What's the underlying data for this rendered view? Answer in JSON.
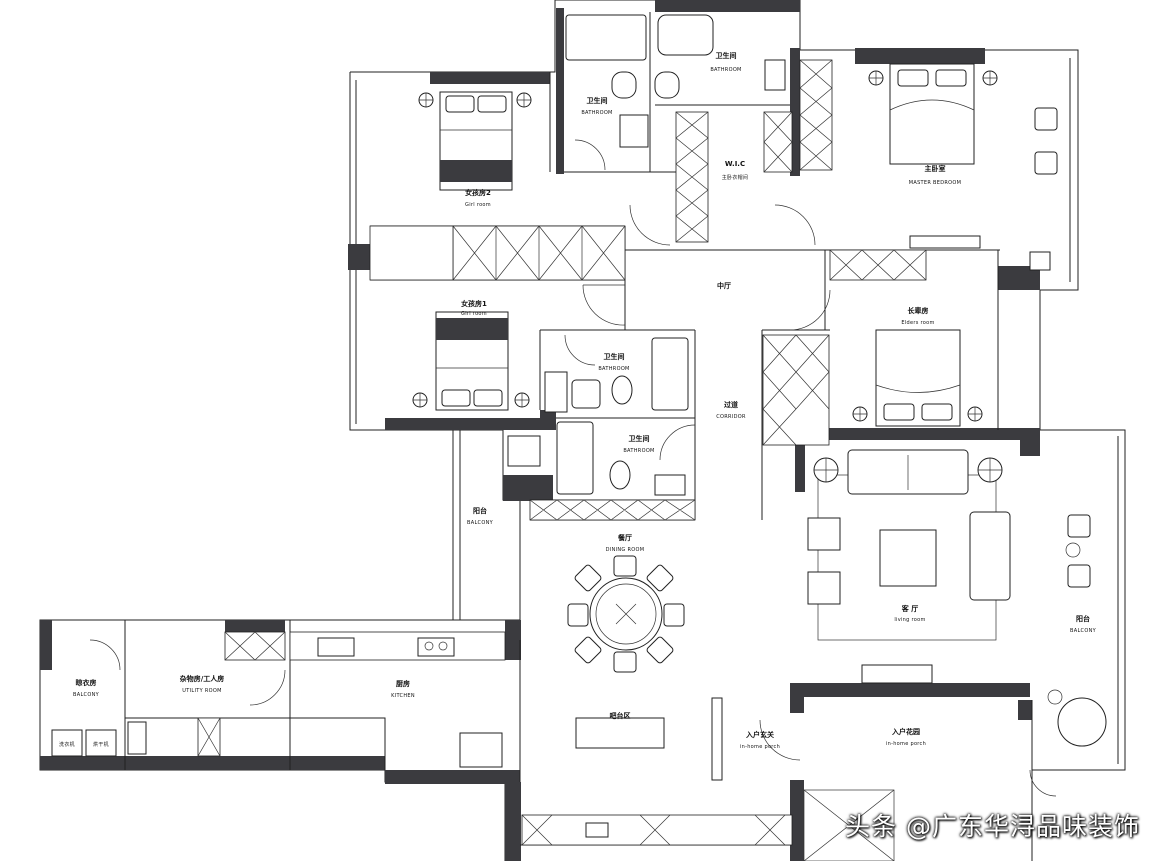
{
  "rooms": {
    "bath_top": {
      "zh": "卫生间",
      "en": "BATHROOM"
    },
    "bath_left": {
      "zh": "卫生间",
      "en": "BATHROOM"
    },
    "wic": {
      "zh": "W.I.C",
      "en": "主卧衣帽间"
    },
    "master": {
      "zh": "主卧室",
      "en": "MASTER BEDROOM"
    },
    "girl2": {
      "zh": "女孩房2",
      "en": "Girl room"
    },
    "hall": {
      "zh": "中厅",
      "en": ""
    },
    "girl1": {
      "zh": "女孩房1",
      "en": "Girl room"
    },
    "elder": {
      "zh": "长辈房",
      "en": "Elders room"
    },
    "bath_mid1": {
      "zh": "卫生间",
      "en": "BATHROOM"
    },
    "corridor": {
      "zh": "过道",
      "en": "CORRIDOR"
    },
    "bath_mid2": {
      "zh": "卫生间",
      "en": "BATHROOM"
    },
    "balcony_mid": {
      "zh": "阳台",
      "en": "BALCONY"
    },
    "dining": {
      "zh": "餐厅",
      "en": "DINING ROOM"
    },
    "living": {
      "zh": "客 厅",
      "en": "living room"
    },
    "balcony_right": {
      "zh": "阳台",
      "en": "BALCONY"
    },
    "laundry": {
      "zh": "晾衣房",
      "en": "BALCONY"
    },
    "utility": {
      "zh": "杂物房/工人房",
      "en": "UTILITY ROOM"
    },
    "kitchen": {
      "zh": "厨房",
      "en": "KITCHEN"
    },
    "bar": {
      "zh": "吧台区",
      "en": ""
    },
    "porch1": {
      "zh": "入户玄关",
      "en": "in-home porch"
    },
    "porch2": {
      "zh": "入户花园",
      "en": "in-home porch"
    },
    "washer": {
      "zh": "洗衣机",
      "en": ""
    },
    "dryer": {
      "zh": "烘干机",
      "en": ""
    }
  },
  "watermark": "头条 @广东华浔品味装饰"
}
